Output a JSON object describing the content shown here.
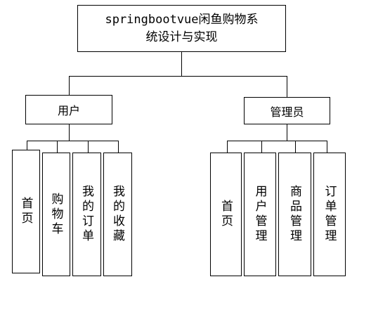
{
  "root": {
    "line1": "springbootvue闲鱼购物系",
    "line2": "统设计与实现"
  },
  "user": {
    "label": "用户",
    "children": [
      "首页",
      "购物车",
      "我的订单",
      "我的收藏"
    ]
  },
  "admin": {
    "label": "管理员",
    "children": [
      "首页",
      "用户管理",
      "商品管理",
      "订单管理"
    ]
  }
}
